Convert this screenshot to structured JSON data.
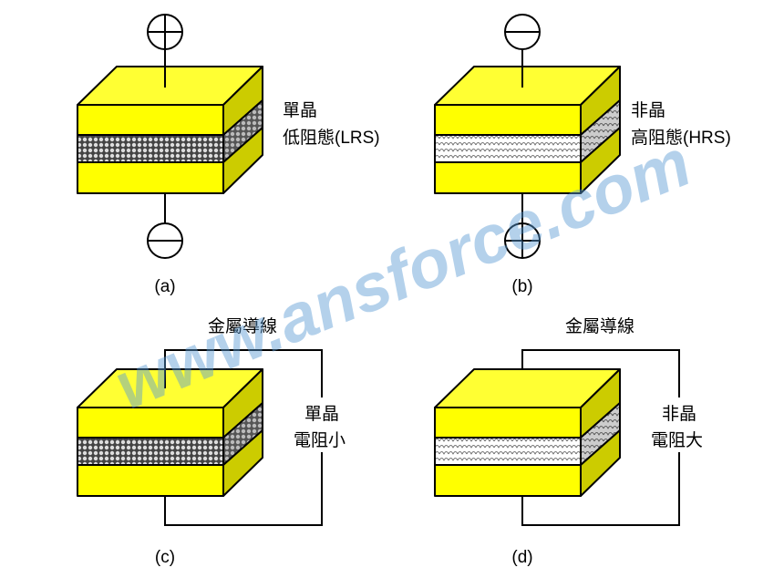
{
  "panels": [
    {
      "caption": "(a)",
      "label1": "單晶",
      "label2": "低阻態(LRS)",
      "top_terminal": "plus",
      "bottom_terminal": "minus",
      "layer": "crystalline"
    },
    {
      "caption": "(b)",
      "label1": "非晶",
      "label2": "高阻態(HRS)",
      "top_terminal": "minus",
      "bottom_terminal": "plus",
      "layer": "amorphous"
    },
    {
      "caption": "(c)",
      "wire_label": "金屬導線",
      "label1": "單晶",
      "label2": "電阻小",
      "layer": "crystalline"
    },
    {
      "caption": "(d)",
      "wire_label": "金屬導線",
      "label1": "非晶",
      "label2": "電阻大",
      "layer": "amorphous"
    }
  ],
  "watermark": "www.ansforce.com",
  "colors": {
    "electrode": "#ffff00",
    "electrode_top": "#ffff33",
    "electrode_side": "#cccc00"
  }
}
